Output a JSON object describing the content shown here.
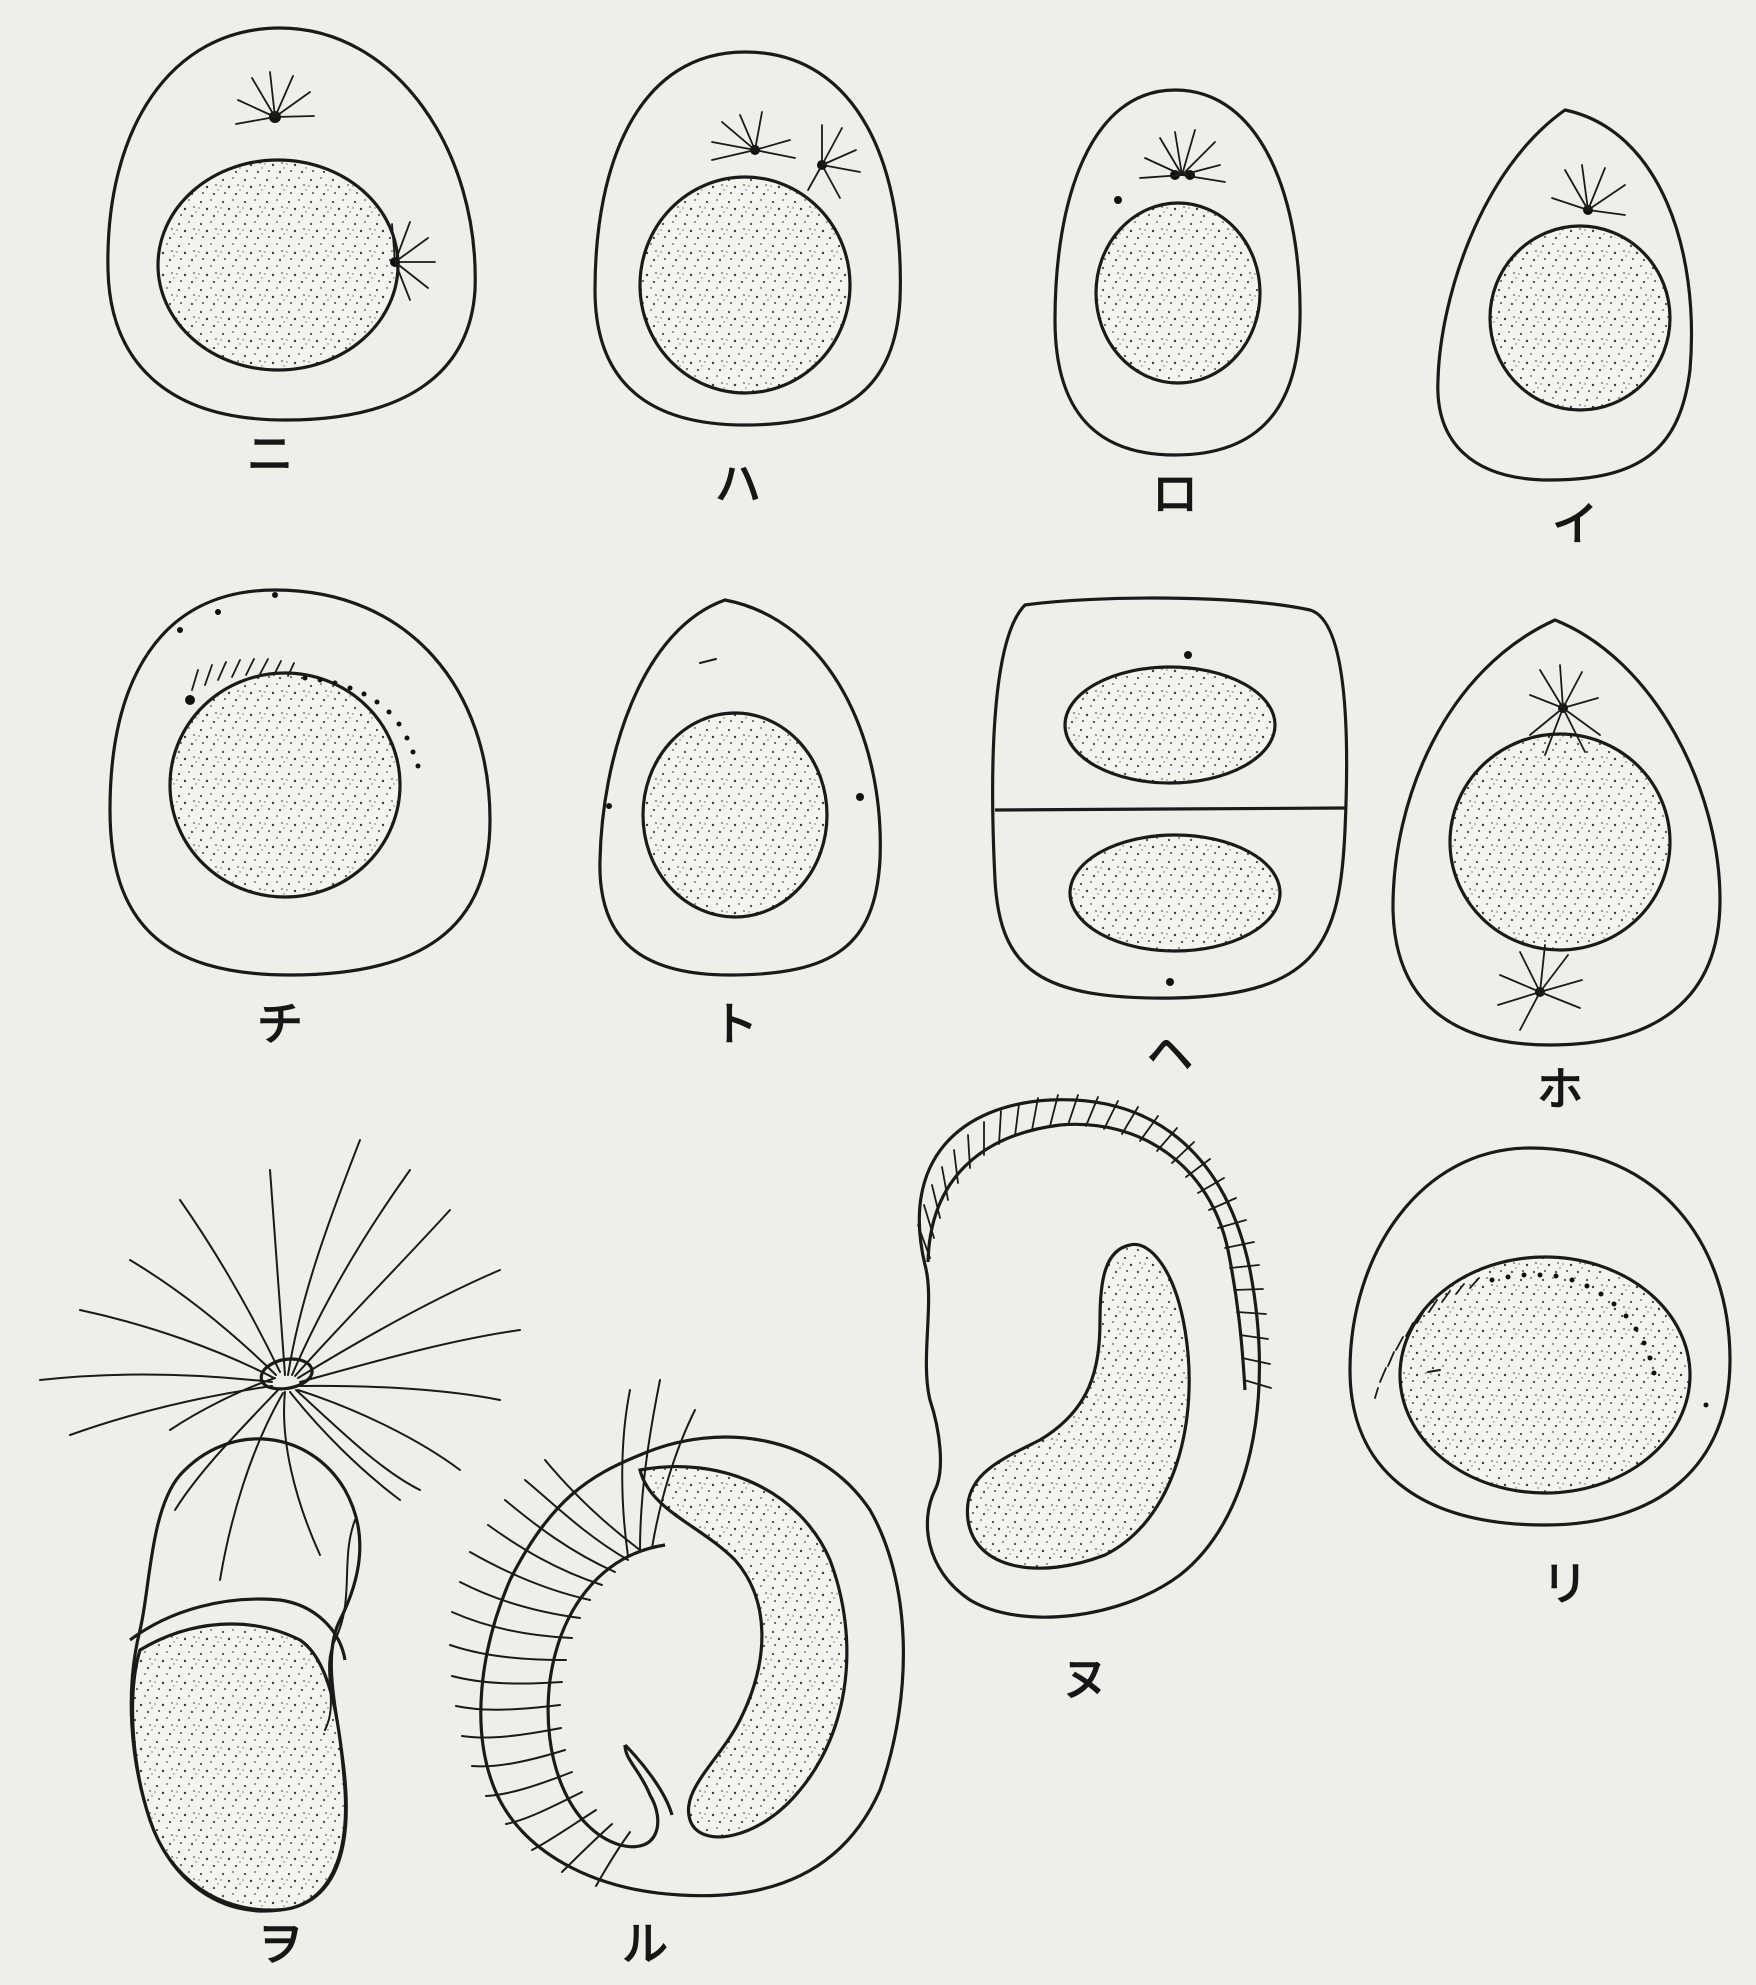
{
  "figures": [
    {
      "id": "ni",
      "label": "ニ"
    },
    {
      "id": "ha",
      "label": "ハ"
    },
    {
      "id": "ro",
      "label": "ロ"
    },
    {
      "id": "i",
      "label": "イ"
    },
    {
      "id": "chi",
      "label": "チ"
    },
    {
      "id": "to",
      "label": "ト"
    },
    {
      "id": "he",
      "label": "ヘ"
    },
    {
      "id": "ho",
      "label": "ホ"
    },
    {
      "id": "nu",
      "label": "ヌ"
    },
    {
      "id": "ri",
      "label": "リ"
    },
    {
      "id": "ru",
      "label": "ル"
    },
    {
      "id": "o",
      "label": "ヲ"
    }
  ],
  "colors": {
    "ink": "#1a1a1a",
    "paper": "#efefea"
  }
}
